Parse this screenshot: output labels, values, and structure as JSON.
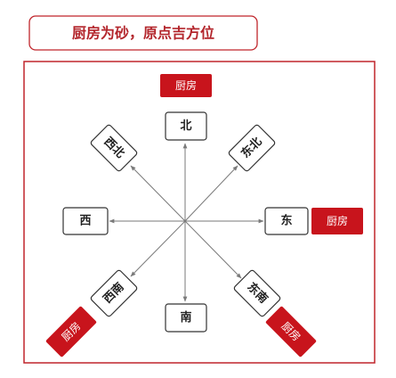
{
  "title": "厨房为砂，原点吉方位",
  "kitchen_label": "厨房",
  "directions": {
    "north": "北",
    "northeast": "东北",
    "east": "东",
    "southeast": "东南",
    "south": "南",
    "southwest": "西南",
    "west": "西",
    "northwest": "西北"
  },
  "colors": {
    "accent_red": "#c8141c",
    "frame_red": "#c0252b",
    "title_red": "#b3262c",
    "arrow_gray": "#7a7a7a"
  }
}
